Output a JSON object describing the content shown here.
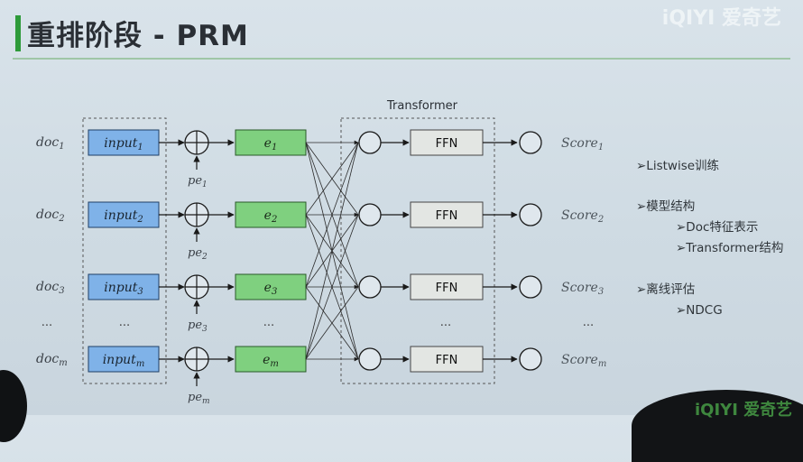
{
  "title": "重排阶段 - PRM",
  "logo_text": "iQIYI 爱奇艺",
  "transformer_label": "Transformer",
  "rows": [
    {
      "doc": "doc",
      "doc_sub": "1",
      "input": "input",
      "input_sub": "1",
      "pe": "pe",
      "pe_sub": "1",
      "e": "e",
      "e_sub": "1",
      "ffn": "FFN",
      "score": "Score",
      "score_sub": "1"
    },
    {
      "doc": "doc",
      "doc_sub": "2",
      "input": "input",
      "input_sub": "2",
      "pe": "pe",
      "pe_sub": "2",
      "e": "e",
      "e_sub": "2",
      "ffn": "FFN",
      "score": "Score",
      "score_sub": "2"
    },
    {
      "doc": "doc",
      "doc_sub": "3",
      "input": "input",
      "input_sub": "3",
      "pe": "pe",
      "pe_sub": "3",
      "e": "e",
      "e_sub": "3",
      "ffn": "FFN",
      "score": "Score",
      "score_sub": "3"
    },
    {
      "doc": "doc",
      "doc_sub": "m",
      "input": "input",
      "input_sub": "m",
      "pe": "pe",
      "pe_sub": "m",
      "e": "e",
      "e_sub": "m",
      "ffn": "FFN",
      "score": "Score",
      "score_sub": "m"
    }
  ],
  "ellipsis": "...",
  "bullets": [
    {
      "text": "➢Listwise训练",
      "level": 0
    },
    {
      "text": "➢模型结构",
      "level": 0
    },
    {
      "text": "➢Doc特征表示",
      "level": 1
    },
    {
      "text": "➢Transformer结构",
      "level": 1
    },
    {
      "text": "➢离线评估",
      "level": 0
    },
    {
      "text": "➢NDCG",
      "level": 1
    }
  ],
  "colors": {
    "title_accent": "#2e9b3a",
    "input_box": "#7fb2e8",
    "embedding_box": "#7fd07f",
    "ffn_box": "#e3e6e3"
  }
}
